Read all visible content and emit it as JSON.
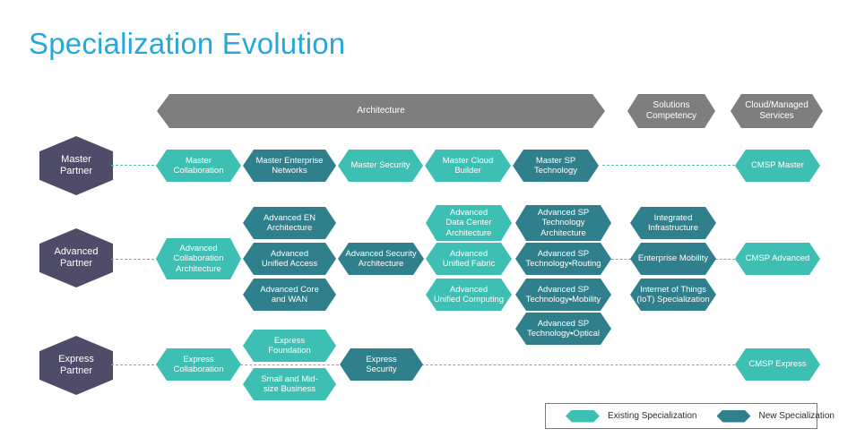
{
  "title": "Specialization Evolution",
  "colors": {
    "title": "#28A8D8",
    "existing": "#3EBFB3",
    "new": "#2F7F8C",
    "partner": "#4E4C68",
    "header": "#7E7E7E",
    "connector": "#4FC0B4",
    "legend_border": "#7A7A7A",
    "background": "#FFFFFF"
  },
  "column_headers": [
    {
      "label": "Architecture",
      "type": "header"
    },
    {
      "label": "Solutions\nCompetency",
      "type": "header"
    },
    {
      "label": "Cloud/Managed\nServices",
      "type": "header"
    }
  ],
  "tiers": [
    {
      "label": "Master\nPartner",
      "type": "partner"
    },
    {
      "label": "Advanced\nPartner",
      "type": "partner"
    },
    {
      "label": "Express\nPartner",
      "type": "partner"
    }
  ],
  "nodes": {
    "master": [
      {
        "label": "Master\nCollaboration",
        "type": "existing"
      },
      {
        "label": "Master Enterprise\nNetworks",
        "type": "new"
      },
      {
        "label": "Master Security",
        "type": "existing"
      },
      {
        "label": "Master Cloud\nBuilder",
        "type": "existing"
      },
      {
        "label": "Master SP\nTechnology",
        "type": "new"
      },
      {
        "label": "CMSP Master",
        "type": "existing"
      }
    ],
    "advanced": [
      {
        "label": "Advanced\nCollaboration\nArchitecture",
        "type": "existing"
      },
      {
        "label": "Advanced EN\nArchitecture",
        "type": "new"
      },
      {
        "label": "Advanced\nUnified Access",
        "type": "new"
      },
      {
        "label": "Advanced Core\nand WAN",
        "type": "new"
      },
      {
        "label": "Advanced Security\nArchitecture",
        "type": "new"
      },
      {
        "label": "Advanced\nData Center\nArchitecture",
        "type": "existing"
      },
      {
        "label": "Advanced\nUnified Fabric",
        "type": "existing"
      },
      {
        "label": "Advanced\nUnified Computing",
        "type": "existing"
      },
      {
        "label": "Advanced SP\nTechnology\nArchitecture",
        "type": "new"
      },
      {
        "label": "Advanced SP\nTechnology▪Routing",
        "type": "new"
      },
      {
        "label": "Advanced SP\nTechnology▪Mobility",
        "type": "new"
      },
      {
        "label": "Advanced SP\nTechnology▪Optical",
        "type": "new"
      },
      {
        "label": "Integrated\nInfrastructure",
        "type": "new"
      },
      {
        "label": "Enterprise Mobility",
        "type": "new"
      },
      {
        "label": "Internet of Things\n(IoT) Specialization",
        "type": "new"
      },
      {
        "label": "CMSP Advanced",
        "type": "existing"
      }
    ],
    "express": [
      {
        "label": "Express\nCollaboration",
        "type": "existing"
      },
      {
        "label": "Express\nFoundation",
        "type": "existing"
      },
      {
        "label": "Small and Mid-\nsize Business",
        "type": "existing"
      },
      {
        "label": "Express\nSecurity",
        "type": "new"
      },
      {
        "label": "CMSP Express",
        "type": "existing"
      }
    ]
  },
  "legend": [
    {
      "label": "Existing Specialization",
      "type": "existing"
    },
    {
      "label": "New Specialization",
      "type": "new"
    }
  ]
}
